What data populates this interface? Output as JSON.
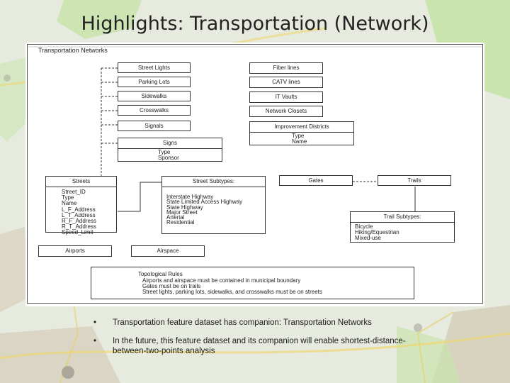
{
  "slide": {
    "title": "Highlights: Transportation (Network)"
  },
  "diagram": {
    "title": "Transportation Networks",
    "left_boxes": [
      "Street Lights",
      "Parking Lots",
      "Sidewalks",
      "Crosswalks",
      "Signals"
    ],
    "signs": {
      "title": "Signs",
      "fields": [
        "Type",
        "Sponsor"
      ]
    },
    "right_boxes": [
      "Fiber lines",
      "CATV lines",
      "IT Vaults",
      "Network Closets"
    ],
    "improvement_districts": {
      "title": "Improvement Districts",
      "fields": [
        "Type",
        "Name"
      ]
    },
    "streets": {
      "title": "Streets",
      "fields": [
        "Street_ID",
        "Type",
        "Name",
        "L_F_Address",
        "L_T_Address",
        "R_F_Address",
        "R_T_Address",
        "Speed_Limit"
      ]
    },
    "street_subtypes": {
      "title": "Street Subtypes:",
      "items": [
        "Interstate Highway",
        "State Limited Access Highway",
        "State Highway",
        "Major Street",
        "Arterial",
        "Residential"
      ]
    },
    "gates": "Gates",
    "trails": "Trails",
    "trail_subtypes": {
      "title": "Trail Subtypes:",
      "items": [
        "Bicycle",
        "Hiking/Equestrian",
        "Mixed-use"
      ]
    },
    "airports": "Airports",
    "airspace": "Airspace",
    "topological_rules": {
      "title": "Topological Rules",
      "rules": [
        "Airports and airspace must be contained in municipal boundary",
        "Gates must be on trails",
        "Street lights, parking lots, sidewalks, and crosswalks must be on streets"
      ]
    }
  },
  "bullets": [
    "Transportation feature dataset has companion: Transportation Networks",
    "In the future, this feature dataset and its companion will enable shortest-distance-between-two-points analysis"
  ],
  "colors": {
    "background_map": "#dfe8d2",
    "map_green": "#bfe0a0",
    "map_tan": "#d8ccb0",
    "map_road": "#f0d56a"
  }
}
